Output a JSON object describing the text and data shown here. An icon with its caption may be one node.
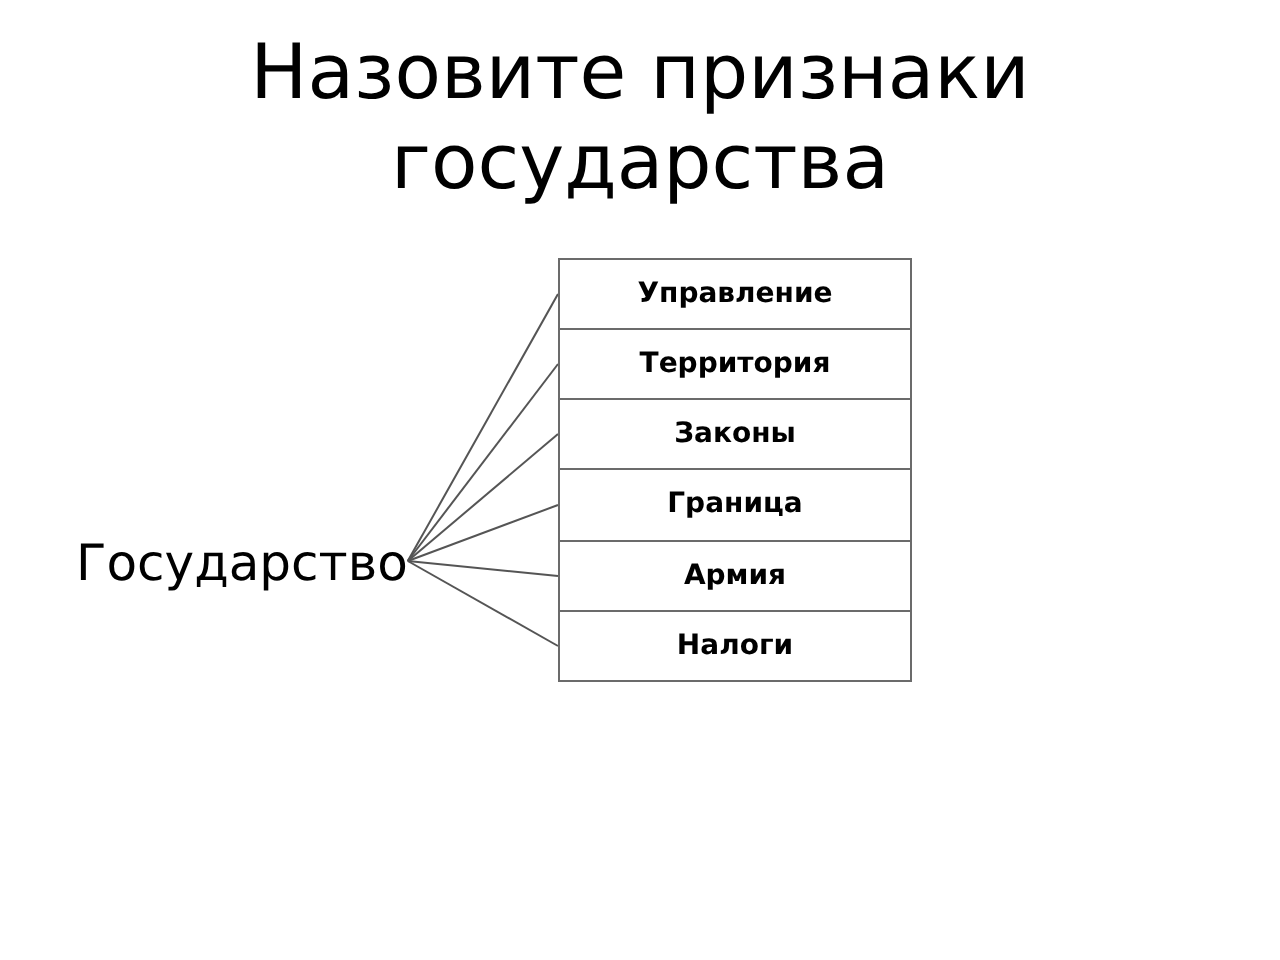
{
  "diagram": {
    "title": "Назовите признаки государства",
    "nodes": [
      {
        "text": [
          "Государство"
        ]
      },
      {
        "text": [
          "Управление"
        ]
      },
      {
        "text": [
          "Территория"
        ]
      },
      {
        "text": [
          "Законы"
        ]
      },
      {
        "text": [
          "Граница"
        ]
      },
      {
        "text": [
          "Армия"
        ]
      },
      {
        "text": [
          "Налоги"
        ]
      }
    ],
    "edges": [
      {
        "from": 0,
        "to": 1,
        "arrow": "none"
      },
      {
        "from": 0,
        "to": 2,
        "arrow": "none"
      },
      {
        "from": 0,
        "to": 3,
        "arrow": "none"
      },
      {
        "from": 0,
        "to": 4,
        "arrow": "none"
      },
      {
        "from": 0,
        "to": 5,
        "arrow": "none"
      },
      {
        "from": 0,
        "to": 6,
        "arrow": "none"
      }
    ]
  }
}
